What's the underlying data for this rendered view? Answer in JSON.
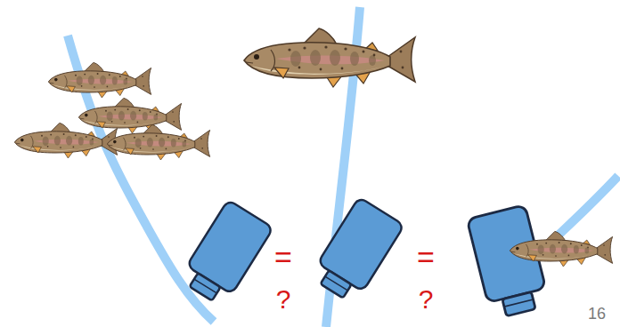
{
  "diagram": {
    "labels": [
      "=",
      "?",
      "=",
      "?",
      "16"
    ]
  }
}
